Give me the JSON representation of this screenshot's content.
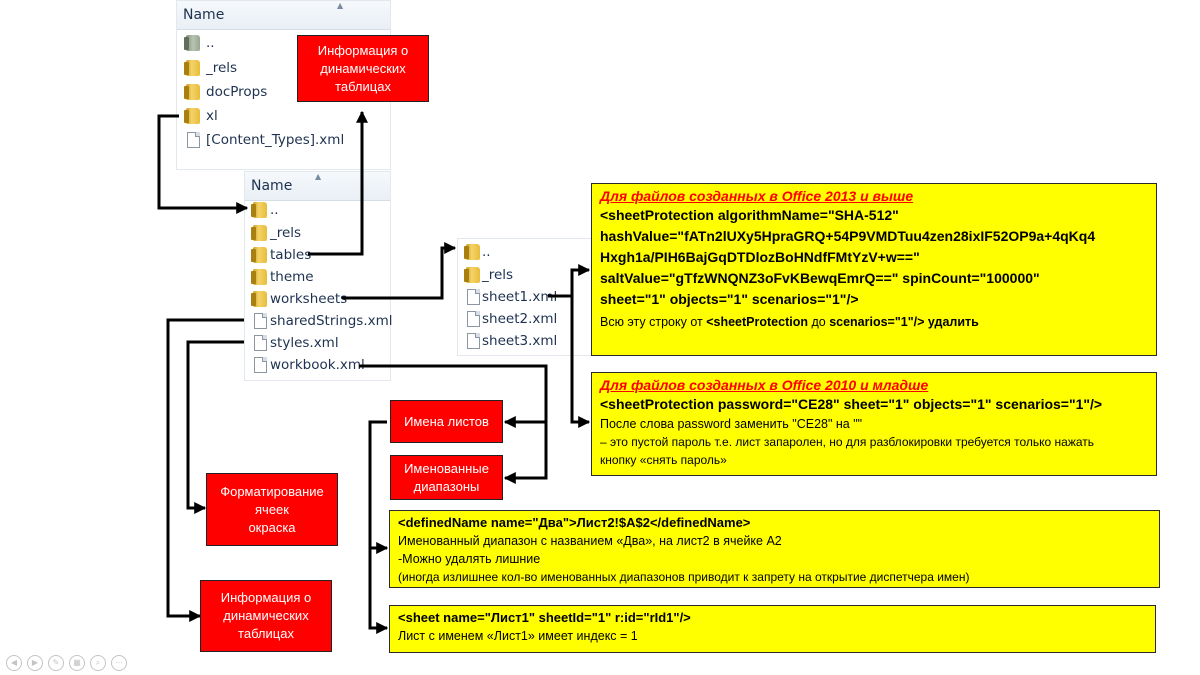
{
  "panel1": {
    "header": "Name",
    "items": [
      {
        "label": "..",
        "icon": "folder-up-icon"
      },
      {
        "label": "_rels",
        "icon": "folder-icon"
      },
      {
        "label": "docProps",
        "icon": "folder-icon"
      },
      {
        "label": "xl",
        "icon": "folder-icon"
      },
      {
        "label": "[Content_Types].xml",
        "icon": "file-icon"
      }
    ]
  },
  "panel2": {
    "header": "Name",
    "items": [
      {
        "label": "..",
        "icon": "folder-icon"
      },
      {
        "label": "_rels",
        "icon": "folder-icon"
      },
      {
        "label": "tables",
        "icon": "folder-icon"
      },
      {
        "label": "theme",
        "icon": "folder-icon"
      },
      {
        "label": "worksheets",
        "icon": "folder-icon"
      },
      {
        "label": "sharedStrings.xml",
        "icon": "file-icon"
      },
      {
        "label": "styles.xml",
        "icon": "file-icon"
      },
      {
        "label": "workbook.xml",
        "icon": "file-icon"
      }
    ]
  },
  "panel3": {
    "items": [
      {
        "label": "..",
        "icon": "folder-icon"
      },
      {
        "label": "_rels",
        "icon": "folder-icon"
      },
      {
        "label": "sheet1.xml",
        "icon": "file-icon"
      },
      {
        "label": "sheet2.xml",
        "icon": "file-icon"
      },
      {
        "label": "sheet3.xml",
        "icon": "file-icon"
      }
    ]
  },
  "red_boxes": {
    "pivot_top": "Информация о\nдинамических\nтаблицах",
    "sheet_names": "Имена листов",
    "named_ranges": "Именованные\nдиапазоны",
    "cell_format": "Форматирование\nячеек\nокраска",
    "pivot_bottom": "Информация о\nдинамических\nтаблицах"
  },
  "office2013": {
    "title": "Для файлов созданных в Office 2013 и выше",
    "lines": [
      "<sheetProtection algorithmName=\"SHA-512\"",
      "hashValue=\"fATn2lUXy5HpraGRQ+54P9VMDTuu4zen28ixIF52OP9a+4qKq4",
      "Hxgh1a/PIH6BajGqDTDlozBoHNdfFMtYzV+w==\"",
      "saltValue=\"gTfzWNQNZ3oFvKBewqEmrQ==\" spinCount=\"100000\"",
      "sheet=\"1\" objects=\"1\" scenarios=\"1\"/>"
    ],
    "note_pre": "Всю эту строку от ",
    "note_b1": "<sheetProtection",
    "note_mid": " до ",
    "note_b2": "scenarios=\"1\"/> удалить"
  },
  "office2010": {
    "title": "Для файлов созданных в Office 2010 и младше",
    "code": "<sheetProtection password=\"CE28\" sheet=\"1\" objects=\"1\" scenarios=\"1\"/>",
    "note1": "После слова password заменить  \"CE28\" на \"\"",
    "note2": " – это пустой пароль т.е. лист запаролен, но для разблокировки требуется только нажать",
    "note3": "кнопку «снять пароль»"
  },
  "defined_name": {
    "code": "<definedName name=\"Два\">Лист2!$A$2</definedName>",
    "line1": "Именованный диапазон с названием «Два», на лист2 в ячейке А2",
    "line2": "-Можно удалять лишние",
    "line3": "(иногда излишнее кол-во именованных диапазонов приводит к запрету на открытие диспетчера имен)"
  },
  "sheet_entry": {
    "code": "<sheet name=\"Лист1\" sheetId=\"1\" r:id=\"rId1\"/>",
    "line1": "Лист с именем «Лист1» имеет индекс = 1"
  },
  "colors": {
    "red": "#ff0000",
    "yellow": "#ffff00",
    "arrow": "#000000"
  }
}
